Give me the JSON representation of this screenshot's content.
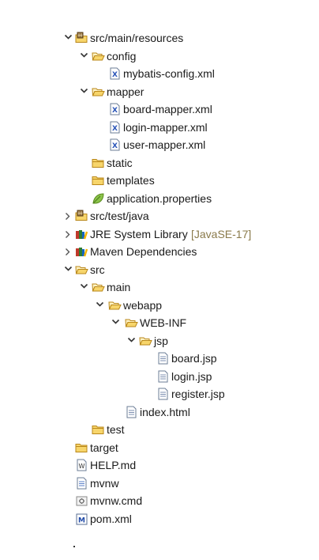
{
  "tree": [
    {
      "label": "src/main/resources",
      "icon": "source-folder-icon",
      "expanded": true,
      "depth": 0
    },
    {
      "label": "config",
      "icon": "folder-icon",
      "expanded": true,
      "depth": 1
    },
    {
      "label": "mybatis-config.xml",
      "icon": "xml-file-icon",
      "depth": 2
    },
    {
      "label": "mapper",
      "icon": "folder-icon",
      "expanded": true,
      "depth": 1
    },
    {
      "label": "board-mapper.xml",
      "icon": "xml-file-icon",
      "depth": 2
    },
    {
      "label": "login-mapper.xml",
      "icon": "xml-file-icon",
      "depth": 2
    },
    {
      "label": "user-mapper.xml",
      "icon": "xml-file-icon",
      "depth": 2
    },
    {
      "label": "static",
      "icon": "folder-icon",
      "depth": 1
    },
    {
      "label": "templates",
      "icon": "folder-icon",
      "depth": 1
    },
    {
      "label": "application.properties",
      "icon": "properties-file-icon",
      "depth": 1
    },
    {
      "label": "src/test/java",
      "icon": "source-folder-icon",
      "expanded": false,
      "depth": 0
    },
    {
      "label": "JRE System Library",
      "decoration": "[JavaSE-17]",
      "icon": "library-icon",
      "expanded": false,
      "depth": 0
    },
    {
      "label": "Maven Dependencies",
      "icon": "library-icon",
      "expanded": false,
      "depth": 0
    },
    {
      "label": "src",
      "icon": "folder-icon",
      "expanded": true,
      "depth": 0
    },
    {
      "label": "main",
      "icon": "folder-icon",
      "expanded": true,
      "depth": 1
    },
    {
      "label": "webapp",
      "icon": "folder-icon",
      "expanded": true,
      "depth": 2
    },
    {
      "label": "WEB-INF",
      "icon": "folder-icon",
      "expanded": true,
      "depth": 3
    },
    {
      "label": "jsp",
      "icon": "folder-icon",
      "expanded": true,
      "depth": 4
    },
    {
      "label": "board.jsp",
      "icon": "text-file-icon",
      "depth": 5
    },
    {
      "label": "login.jsp",
      "icon": "text-file-icon",
      "depth": 5
    },
    {
      "label": "register.jsp",
      "icon": "text-file-icon",
      "depth": 5
    },
    {
      "label": "index.html",
      "icon": "text-file-icon",
      "depth": 3
    },
    {
      "label": "test",
      "icon": "folder-icon",
      "depth": 1
    },
    {
      "label": "target",
      "icon": "folder-icon",
      "depth": -1
    },
    {
      "label": "HELP.md",
      "icon": "markdown-file-icon",
      "depth": -1
    },
    {
      "label": "mvnw",
      "icon": "plain-file-icon",
      "depth": -1
    },
    {
      "label": "mvnw.cmd",
      "icon": "cmd-file-icon",
      "depth": -1
    },
    {
      "label": "pom.xml",
      "icon": "maven-pom-icon",
      "depth": -1
    }
  ]
}
